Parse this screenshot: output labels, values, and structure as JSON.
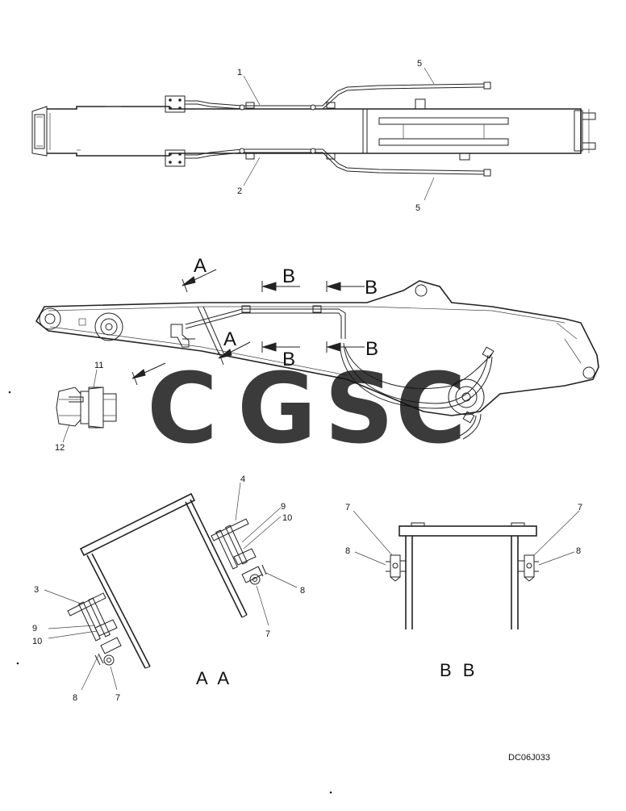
{
  "callouts": {
    "p1": "1",
    "p2": "2",
    "p5a": "5",
    "p5b": "5",
    "p11": "11",
    "p12": "12",
    "aa3": "3",
    "aa4": "4",
    "aa9a": "9",
    "aa10a": "10",
    "aa9b": "9",
    "aa10b": "10",
    "aa8a": "8",
    "aa7a": "7",
    "aa8b": "8",
    "aa7b": "7",
    "bb7a": "7",
    "bb8a": "8",
    "bb7b": "7",
    "bb8b": "8"
  },
  "section_markers": {
    "a_top": "A",
    "a_mid": "A",
    "b1": "B",
    "b2": "B",
    "b3": "B",
    "b4": "B"
  },
  "views": {
    "aa": "A A",
    "bb": "B B"
  },
  "watermark": {
    "c1": "C",
    "g": "G",
    "s": "S",
    "c2": "C"
  },
  "colors": {
    "c1": "#3b82f6",
    "g": "#ef4444",
    "s": "#facc15",
    "c2": "#16a34a"
  },
  "drawing_code": "DC06J033"
}
